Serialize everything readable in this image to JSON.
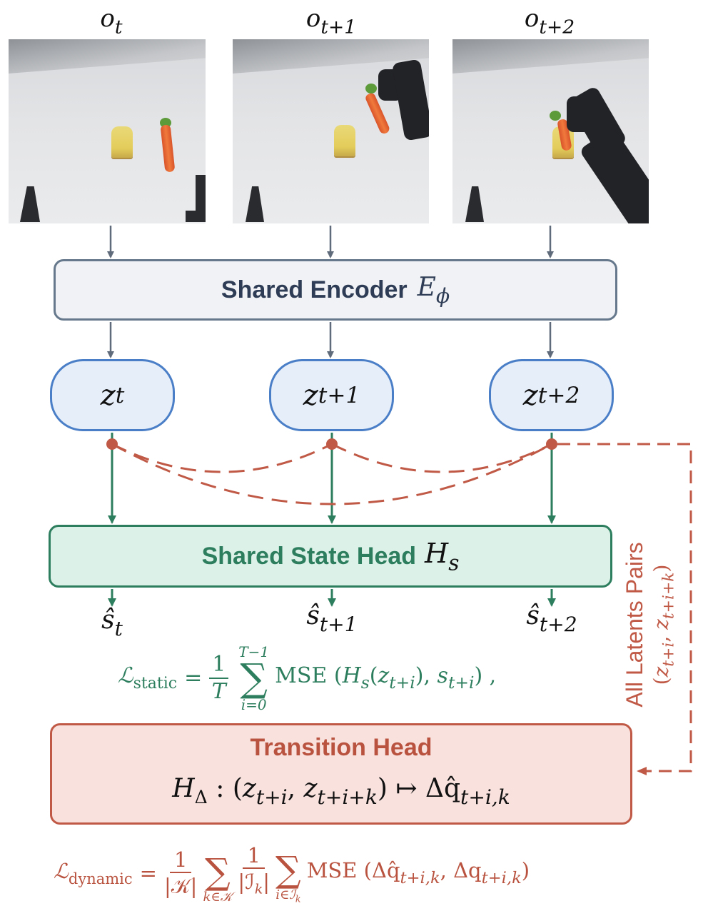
{
  "frames": [
    {
      "label_base": "o",
      "label_sub": "t"
    },
    {
      "label_base": "o",
      "label_sub": "t+1"
    },
    {
      "label_base": "o",
      "label_sub": "t+2"
    }
  ],
  "encoder": {
    "title": "Shared Encoder",
    "symbol_base": "E",
    "symbol_sub": "ϕ"
  },
  "latents": [
    {
      "base": "z",
      "sub": "t"
    },
    {
      "base": "z",
      "sub": "t+1"
    },
    {
      "base": "z",
      "sub": "t+2"
    }
  ],
  "state_head": {
    "title": "Shared State Head",
    "symbol_base": "H",
    "symbol_sub": "s"
  },
  "state_outputs": [
    {
      "base": "ŝ",
      "sub": "t"
    },
    {
      "base": "ŝ",
      "sub": "t+1"
    },
    {
      "base": "ŝ",
      "sub": "t+2"
    }
  ],
  "static_loss": {
    "lhs_base": "ℒ",
    "lhs_sub": "static",
    "eq": "=",
    "frac_num": "1",
    "frac_den": "T",
    "sum_top": "T−1",
    "sum_bottom": "i=0",
    "body": "MSE (H_s(z_{t+i}), s_{t+i}) ,",
    "mse": "MSE",
    "h": "H",
    "h_sub": "s",
    "z": "z",
    "z_sub": "t+i",
    "s": "s",
    "s_sub": "t+i"
  },
  "pairs_label": {
    "line1": "All Latents Pairs",
    "line2": "(z_{t+i}, z_{t+i+k})",
    "z": "z",
    "sub1": "t+i",
    "sub2": "t+i+k"
  },
  "transition_head": {
    "title": "Transition Head",
    "h_base": "H",
    "h_sub": "Δ",
    "z1_sub": "t+i",
    "z2_sub": "t+i+k",
    "maps_to": "↦",
    "out_base": "Δq̂",
    "out_sub": "t+i,k"
  },
  "dynamic_loss": {
    "lhs_base": "ℒ",
    "lhs_sub": "dynamic",
    "eq": "=",
    "frac1_num": "1",
    "frac1_den": "|𝒦|",
    "sum1_bottom": "k∈𝒦",
    "frac2_num": "1",
    "frac2_den": "|ℐ",
    "frac2_den_sub": "k",
    "sum2_bottom": "i∈ℐ",
    "sum2_bottom_sub": "k",
    "mse": "MSE",
    "arg1_base": "Δq̂",
    "arg1_sub": "t+i,k",
    "arg2_base": "Δq",
    "arg2_sub": "t+i,k"
  },
  "colors": {
    "encoder_fill": "#f0f2f5",
    "encoder_stroke": "#66788c",
    "encoder_text": "#2e3d55",
    "latent_fill": "#e6eefa",
    "latent_stroke": "#4a7fc7",
    "state_fill": "#dcf1e8",
    "state_stroke": "#2d7e5e",
    "state_text": "#2d7e5e",
    "transition_fill": "#f9e1de",
    "transition_stroke": "#c05a47",
    "transition_text": "#b9533f",
    "gray_arrow": "#5f6b7a",
    "green_arrow": "#2d7e5e",
    "red_dashed": "#c05a47"
  }
}
